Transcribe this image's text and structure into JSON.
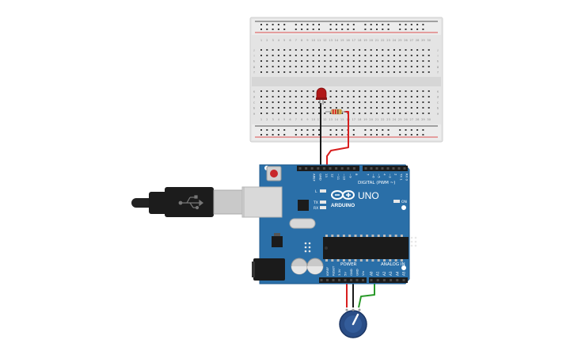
{
  "breadboard": {
    "column_numbers": [
      "1",
      "2",
      "3",
      "4",
      "5",
      "6",
      "7",
      "8",
      "9",
      "10",
      "11",
      "12",
      "13",
      "14",
      "15",
      "16",
      "17",
      "18",
      "19",
      "20",
      "21",
      "22",
      "23",
      "24",
      "25",
      "26",
      "27",
      "28",
      "29",
      "30"
    ],
    "top_rows": [
      "j",
      "i",
      "h",
      "g",
      "f"
    ],
    "bottom_rows": [
      "e",
      "d",
      "c",
      "b",
      "a"
    ]
  },
  "arduino": {
    "brand": "ARDUINO",
    "model": "UNO",
    "digital_label": "DIGITAL (PWM ~)",
    "power_label": "POWER",
    "analog_label": "ANALOG IN",
    "on_label": "ON",
    "l_label": "L",
    "tx_label": "TX",
    "rx_label": "RX",
    "digital_pins": [
      "AREF",
      "GND",
      "13",
      "12",
      "~11",
      "~10",
      "~9",
      "8",
      "7",
      "~6",
      "~5",
      "4",
      "~3",
      "2",
      "TX 1",
      "RX 0"
    ],
    "power_pins": [
      "IOREF",
      "RESET",
      "3.3V",
      "5V",
      "GND",
      "GND",
      "Vin"
    ],
    "analog_pins": [
      "A0",
      "A1",
      "A2",
      "A3",
      "A4",
      "A5"
    ]
  },
  "colors": {
    "board": "#2a6fa8",
    "board_dark": "#1f5a8c",
    "wire_red": "#d81e1e",
    "wire_black": "#1a1a1a",
    "wire_green": "#2a9a2a",
    "led": "#b01818",
    "breadboard": "#e4e4e4"
  }
}
